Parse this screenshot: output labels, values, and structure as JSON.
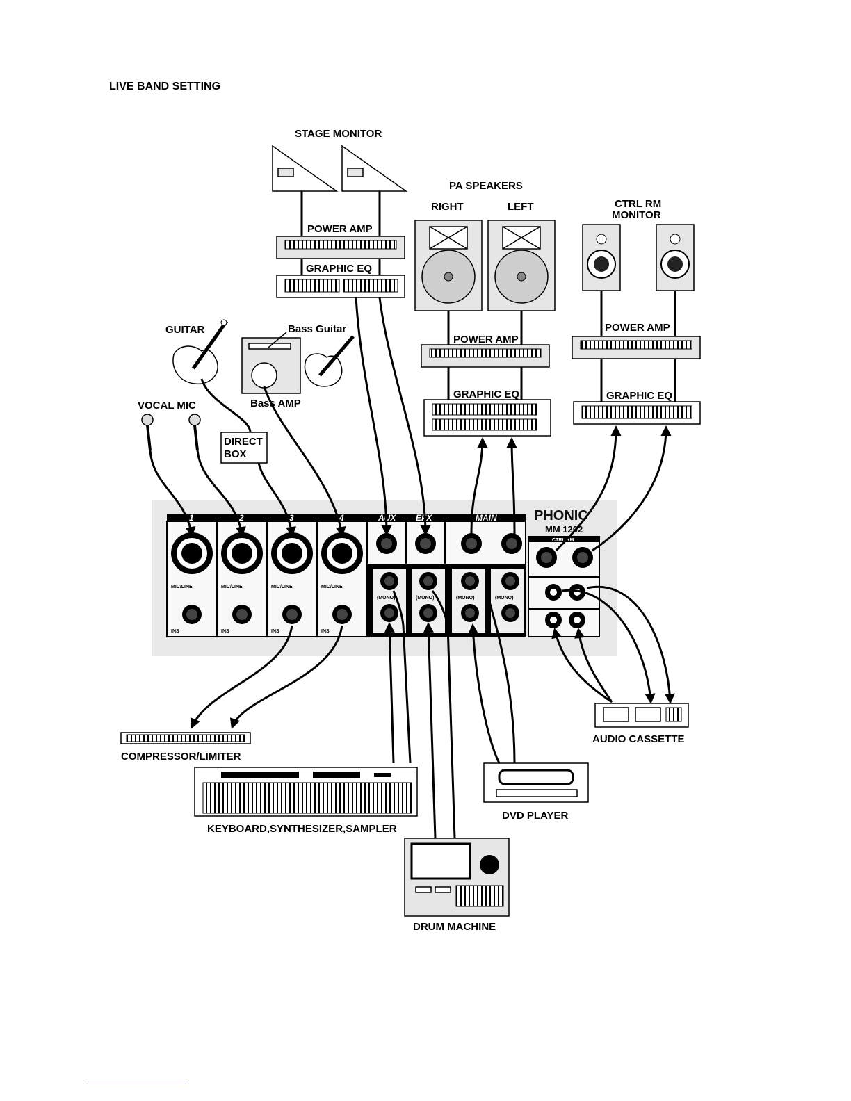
{
  "title": "LIVE BAND SETTING",
  "labels": {
    "stage_monitor": "STAGE MONITOR",
    "pa_speakers": "PA SPEAKERS",
    "right": "RIGHT",
    "left": "LEFT",
    "ctrl_rm_monitor_line1": "CTRL RM",
    "ctrl_rm_monitor_line2": "MONITOR",
    "power_amp": "POWER AMP",
    "graphic_eq": "GRAPHIC EQ",
    "guitar": "GUITAR",
    "bass_guitar": "Bass Guitar",
    "bass_amp": "Bass AMP",
    "vocal_mic": "VOCAL MIC",
    "direct_box_line1": "DIRECT",
    "direct_box_line2": "BOX",
    "compressor_limiter": "COMPRESSOR/LIMITER",
    "keyboard": "KEYBOARD,SYNTHESIZER,SAMPLER",
    "dvd_player": "DVD PLAYER",
    "drum_machine": "DRUM MACHINE",
    "audio_cassette": "AUDIO CASSETTE"
  },
  "mixer": {
    "brand": "PHONIC",
    "model": "MM 1202",
    "channels": [
      "1",
      "2",
      "3",
      "4"
    ],
    "sections": [
      "AUX",
      "EFX",
      "MAIN"
    ],
    "ctrl_rm": "CTRL RM",
    "mic_line": "MIC/LINE",
    "ins": "INS",
    "mono": "(MONO)"
  },
  "colors": {
    "panel_background": "#e8e8e8",
    "footer_rule": "#3a4a9a"
  }
}
